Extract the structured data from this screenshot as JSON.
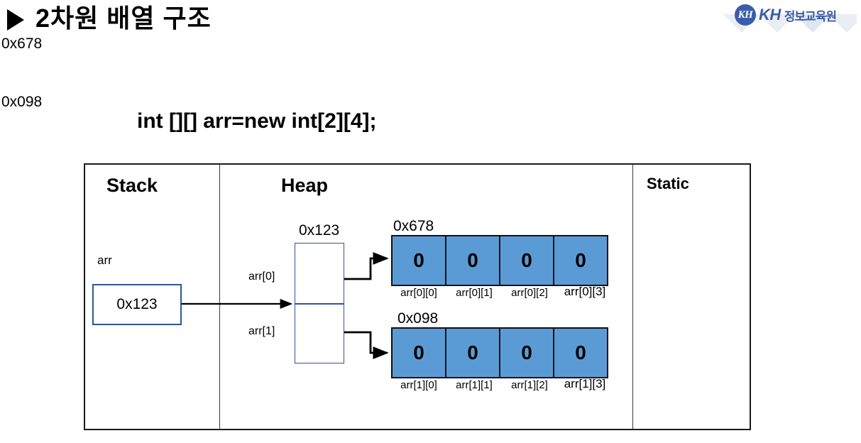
{
  "header": {
    "bullet_icon": "triangle-right-icon",
    "title": "2차원 배열 구조",
    "logo": {
      "badge_text": "KH",
      "wordmark": "KH",
      "korean": "정보교육원",
      "accent_color": "#3b5ca8"
    }
  },
  "code": {
    "declaration": "int [][] arr=new int[2][4];"
  },
  "memory": {
    "sections": {
      "stack": "Stack",
      "heap": "Heap",
      "static": "Static"
    },
    "stack": {
      "variable_label": "arr",
      "value": "0x123",
      "border_color": "#2f5597"
    },
    "heap": {
      "ref_array": {
        "address": "0x123",
        "index_labels": [
          "arr[0]",
          "arr[1]"
        ],
        "values": [
          "0x678",
          "0x098"
        ],
        "border_color": "#2f5597"
      },
      "arrays": [
        {
          "address": "0x678",
          "values": [
            "0",
            "0",
            "0",
            "0"
          ],
          "labels": [
            "arr[0][0]",
            "arr[0][1]",
            "arr[0][2]",
            "arr[0][3]"
          ],
          "fill_color": "#5b9bd5"
        },
        {
          "address": "0x098",
          "values": [
            "0",
            "0",
            "0",
            "0"
          ],
          "labels": [
            "arr[1][0]",
            "arr[1][1]",
            "arr[1][2]",
            "arr[1][3]"
          ],
          "fill_color": "#5b9bd5"
        }
      ]
    }
  }
}
